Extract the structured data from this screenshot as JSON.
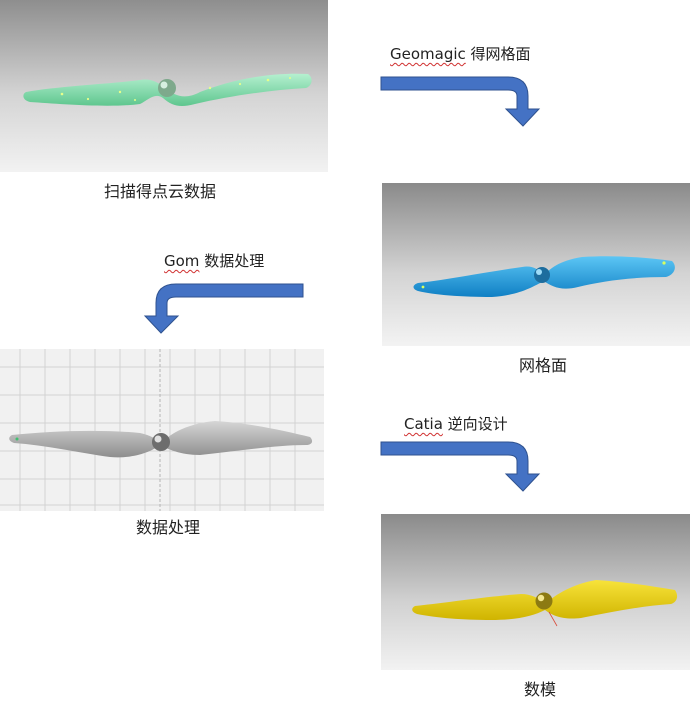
{
  "steps": [
    {
      "caption": "扫描得点云数据",
      "color": "#7fd8a8"
    },
    {
      "caption": "网格面",
      "color": "#1e9fe0"
    },
    {
      "caption": "数据处理",
      "color": "#a8a8a8"
    },
    {
      "caption": "数模",
      "color": "#f0d20e"
    }
  ],
  "arrows": [
    {
      "label_en": "Geomagic",
      "label_cn": " 得网格面"
    },
    {
      "label_en": "Gom",
      "label_cn": " 数据处理"
    },
    {
      "label_en": "Catia",
      "label_cn": " 逆向设计"
    }
  ],
  "colors": {
    "arrow": "#4472c4",
    "arrow_stroke": "#2f528f"
  }
}
